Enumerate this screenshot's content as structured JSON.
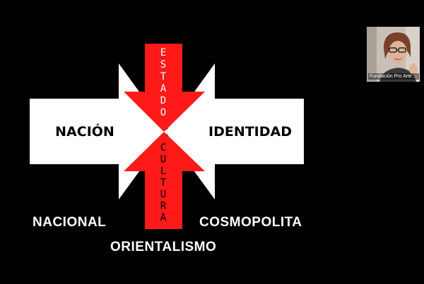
{
  "slide": {
    "left_word": "NACIÓN",
    "right_word": "IDENTIDAD",
    "top_vertical": "ESTADO",
    "bottom_vertical": "CULTURA",
    "bottom_left": "NACIONAL",
    "bottom_right": "COSMOPOLITA",
    "bottom_center": "ORIENTALISMO"
  },
  "participant": {
    "name": "Fundación Pro Arte ..."
  },
  "colors": {
    "background": "#000000",
    "arrow_white": "#ffffff",
    "arrow_red": "#ff1a1a",
    "text_black": "#000000"
  }
}
